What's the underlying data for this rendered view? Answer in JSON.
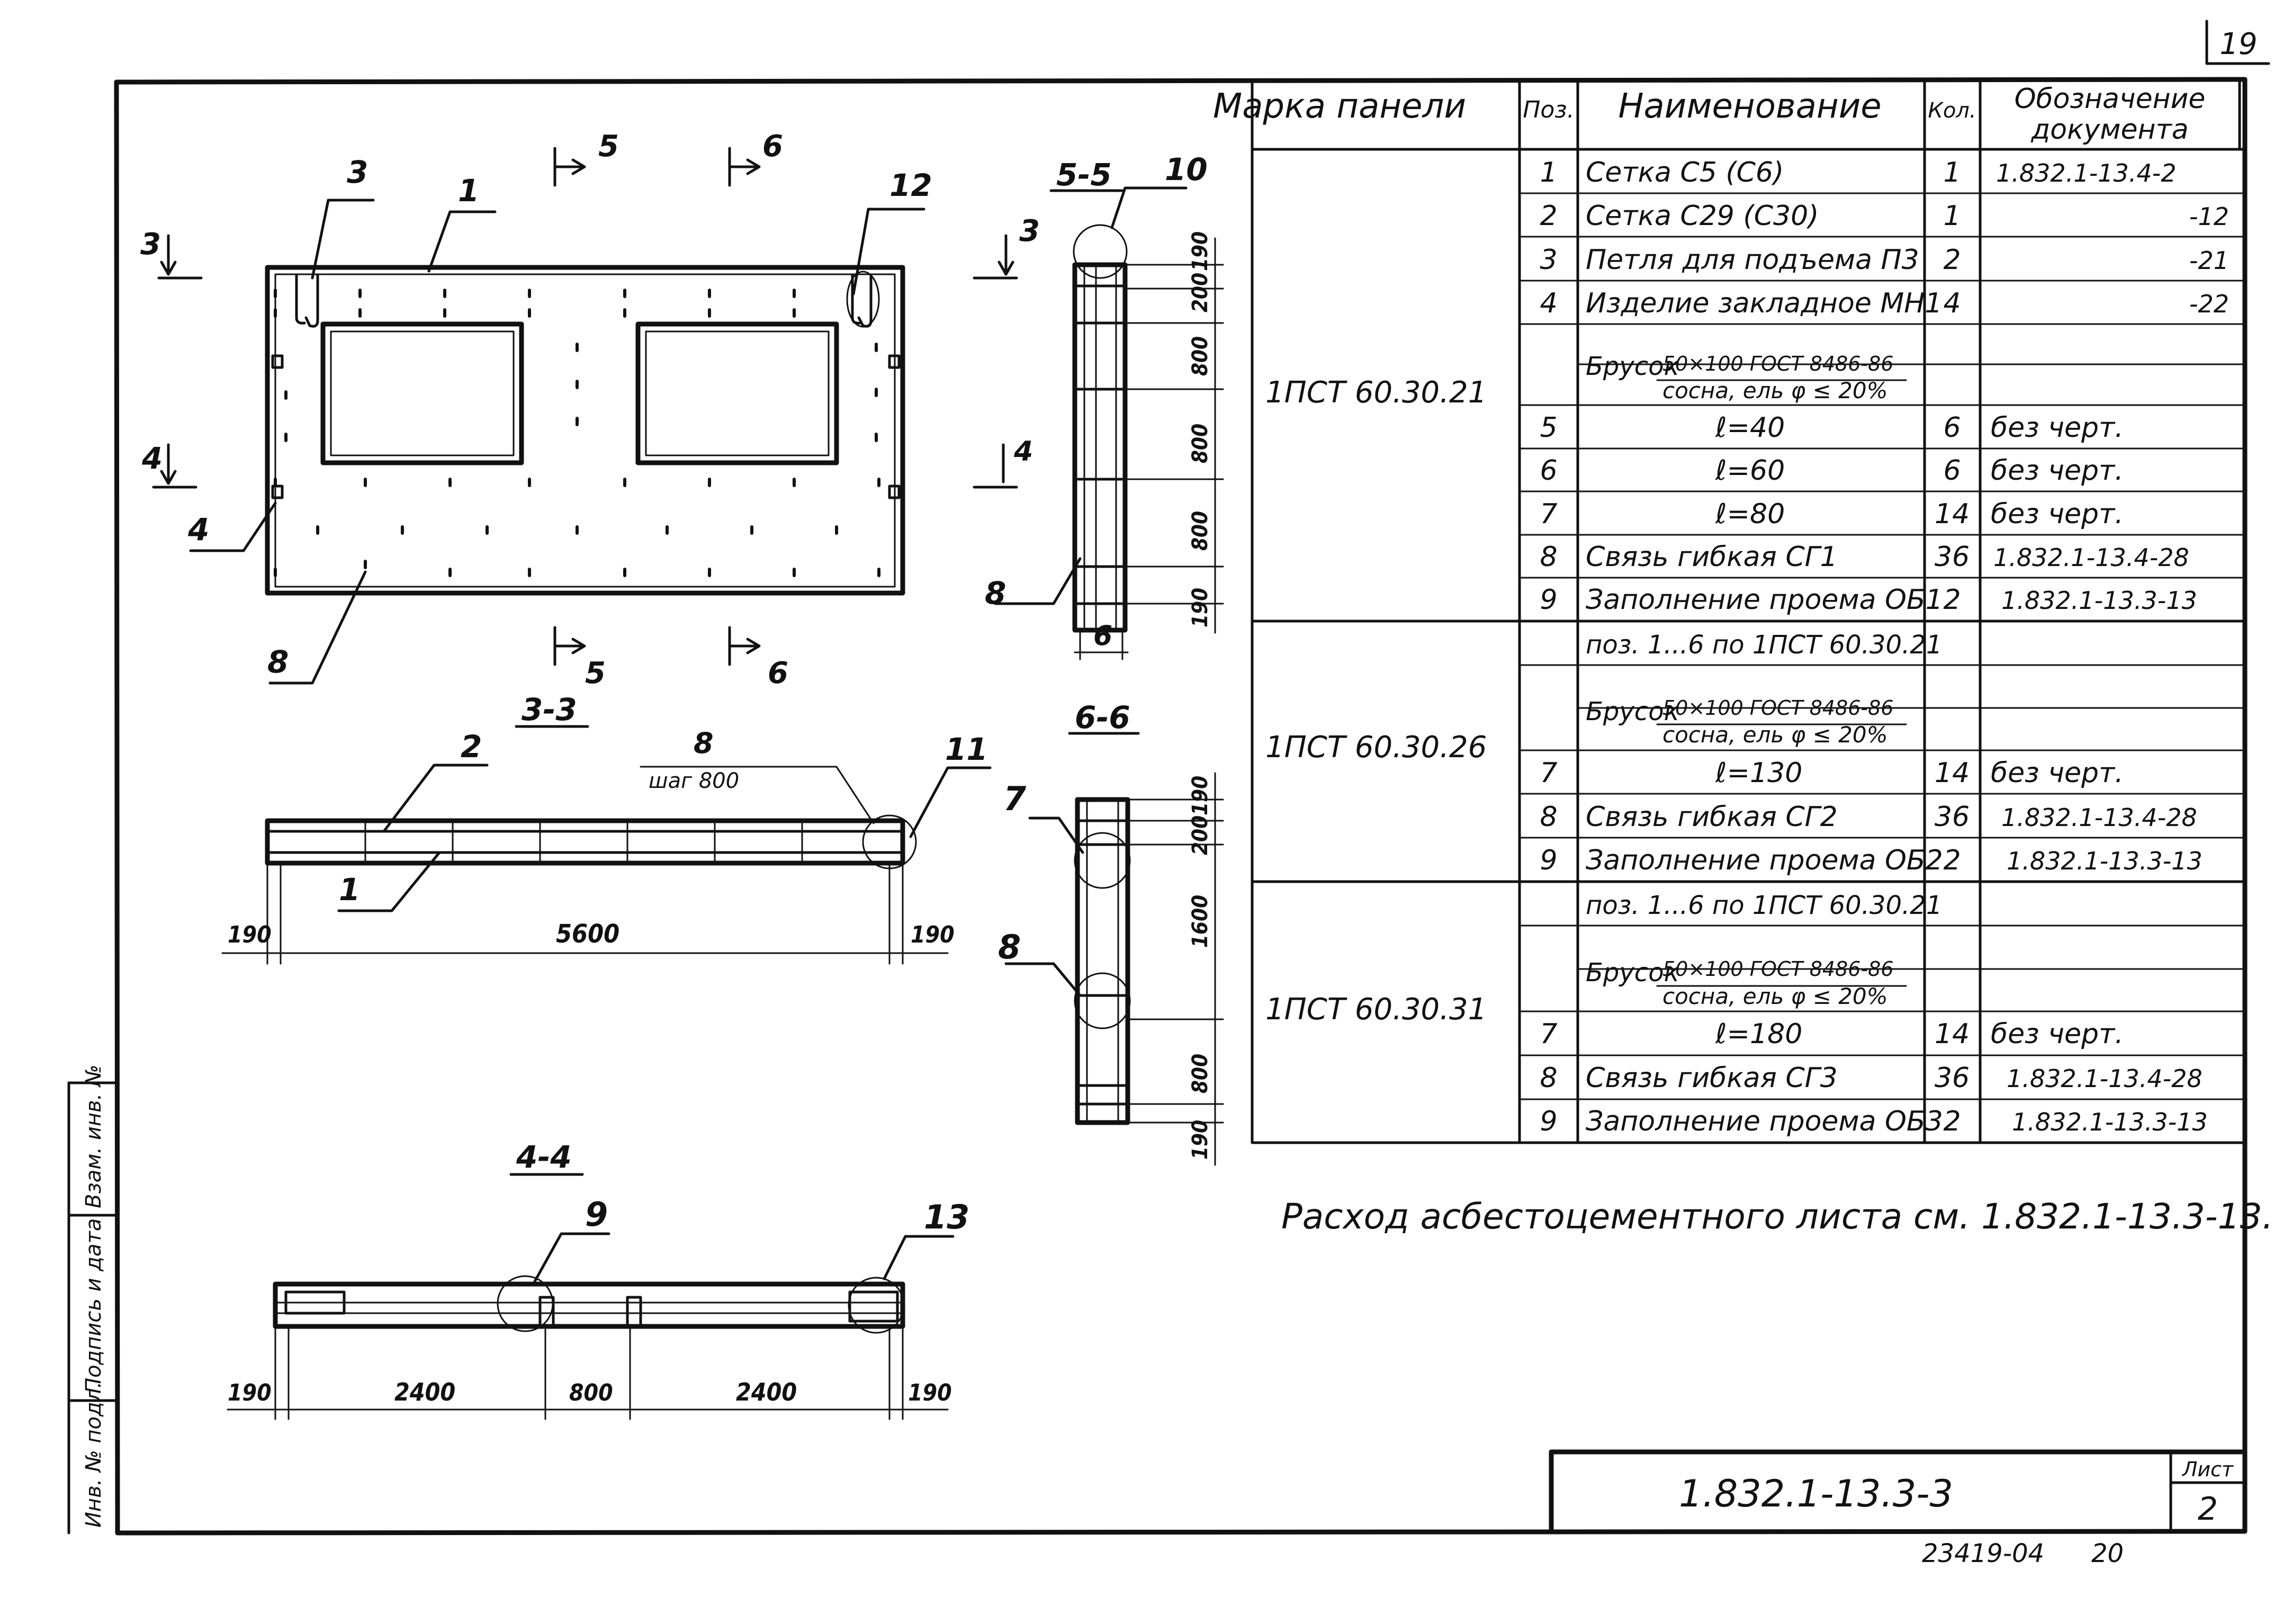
{
  "sheet": {
    "page_number": "19",
    "note": "Расход асбестоцементного листа см. 1.832.1-13.3-13.",
    "doc_code": "1.832.1-13.3-3",
    "sheet_label": "Лист",
    "sheet_no": "2",
    "archive_no": "23419-04",
    "archive_tail": "20"
  },
  "side_stamp": [
    "Инв. № подл.",
    "Подпись и дата",
    "Взам. инв. №"
  ],
  "spec_table": {
    "headers": [
      "Марка панели",
      "Поз.",
      "Наименование",
      "Кол.",
      "Обозначение документа"
    ],
    "groups": [
      {
        "mark": "1ПСТ 60.30.21",
        "rows": [
          {
            "pos": "1",
            "name": "Сетка С5 (С6)",
            "qty": "1",
            "doc": "1.832.1-13.4-2"
          },
          {
            "pos": "2",
            "name": "Сетка С29 (С30)",
            "qty": "1",
            "doc": "-12"
          },
          {
            "pos": "3",
            "name": "Петля для подъема П3",
            "qty": "2",
            "doc": "-21"
          },
          {
            "pos": "4",
            "name": "Изделие закладное МН1",
            "qty": "4",
            "doc": "-22"
          },
          {
            "pos": "",
            "name": "Брусок",
            "frac_top": "50×100 ГОСТ 8486-86",
            "frac_bot": "сосна, ель φ ≤ 20%",
            "qty": "",
            "doc": ""
          },
          {
            "pos": "5",
            "name": "ℓ=40",
            "qty": "6",
            "doc": "без черт."
          },
          {
            "pos": "6",
            "name": "ℓ=60",
            "qty": "6",
            "doc": "без черт."
          },
          {
            "pos": "7",
            "name": "ℓ=80",
            "qty": "14",
            "doc": "без черт."
          },
          {
            "pos": "8",
            "name": "Связь гибкая СГ1",
            "qty": "36",
            "doc": "1.832.1-13.4-28"
          },
          {
            "pos": "9",
            "name": "Заполнение проема ОБ1",
            "qty": "2",
            "doc": "1.832.1-13.3-13"
          }
        ]
      },
      {
        "mark": "1ПСТ 60.30.26",
        "rows": [
          {
            "pos": "",
            "name": "поз. 1...6 по 1ПСТ 60.30.21",
            "qty": "",
            "doc": ""
          },
          {
            "pos": "",
            "name": "Брусок",
            "frac_top": "50×100 ГОСТ 8486-86",
            "frac_bot": "сосна, ель φ ≤ 20%",
            "qty": "",
            "doc": ""
          },
          {
            "pos": "7",
            "name": "ℓ=130",
            "qty": "14",
            "doc": "без черт."
          },
          {
            "pos": "8",
            "name": "Связь гибкая СГ2",
            "qty": "36",
            "doc": "1.832.1-13.4-28"
          },
          {
            "pos": "9",
            "name": "Заполнение проема ОБ2",
            "qty": "2",
            "doc": "1.832.1-13.3-13"
          }
        ]
      },
      {
        "mark": "1ПСТ 60.30.31",
        "rows": [
          {
            "pos": "",
            "name": "поз. 1...6 по 1ПСТ 60.30.21",
            "qty": "",
            "doc": ""
          },
          {
            "pos": "",
            "name": "Брусок",
            "frac_top": "50×100 ГОСТ 8486-86",
            "frac_bot": "сосна, ель φ ≤ 20%",
            "qty": "",
            "doc": ""
          },
          {
            "pos": "7",
            "name": "ℓ=180",
            "qty": "14",
            "doc": "без черт."
          },
          {
            "pos": "8",
            "name": "Связь гибкая СГ3",
            "qty": "36",
            "doc": "1.832.1-13.4-28"
          },
          {
            "pos": "9",
            "name": "Заполнение проема ОБ3",
            "qty": "2",
            "doc": "1.832.1-13.3-13"
          }
        ]
      }
    ]
  },
  "drawing": {
    "section_titles": {
      "s33": "3-3",
      "s44": "4-4",
      "s55": "5-5",
      "s66": "6-6"
    },
    "cut_marks": {
      "c3": "3",
      "c4": "4",
      "c5": "5",
      "c6": "6"
    },
    "callouts": {
      "n1": "1",
      "n2": "2",
      "n3": "3",
      "n4": "4",
      "n6": "6",
      "n7": "7",
      "n8": "8",
      "n9": "9",
      "n10": "10",
      "n11": "11",
      "n12": "12",
      "n13": "13"
    },
    "pitch_label": "шаг 800",
    "dims_33": [
      "190",
      "5600",
      "190"
    ],
    "dims_44": [
      "190",
      "2400",
      "800",
      "2400",
      "190"
    ],
    "dims_55": [
      "190",
      "200",
      "800",
      "800",
      "800",
      "190"
    ],
    "dims_66": [
      "190",
      "200",
      "1600",
      "800",
      "190"
    ]
  }
}
